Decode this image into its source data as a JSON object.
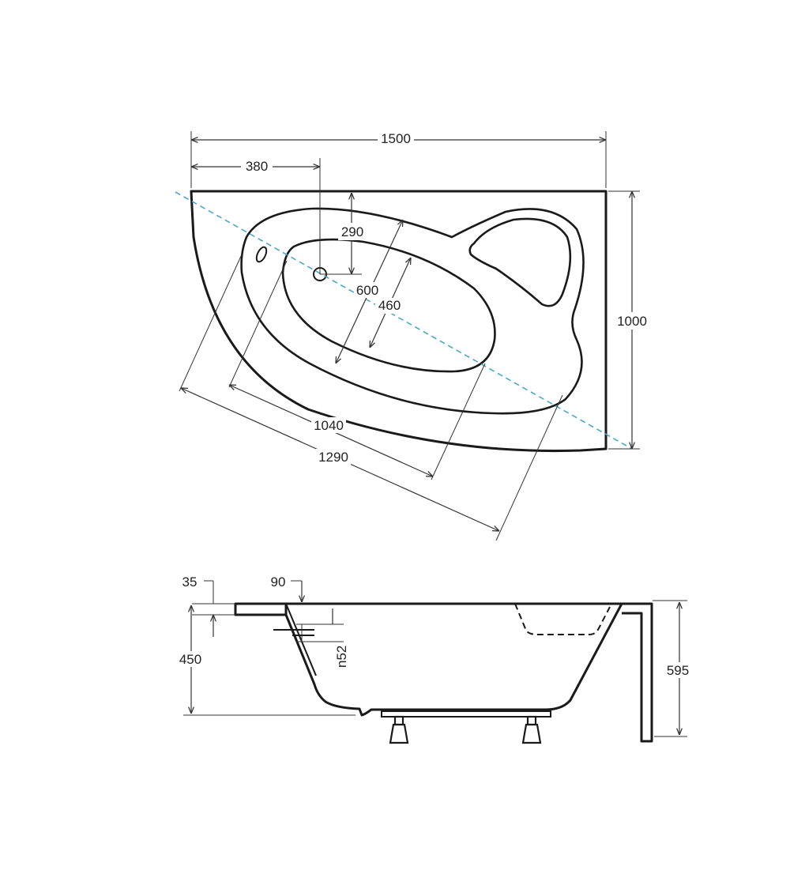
{
  "top_view": {
    "dims": {
      "total_length": "1500",
      "drain_offset": "380",
      "drain_depth": "290",
      "total_width": "1000",
      "inner_width": "600",
      "bottom_width": "460",
      "inner_length": "1040",
      "outer_length": "1290"
    },
    "colors": {
      "centerline": "#4aa8c8",
      "outline": "#1a1a1a"
    }
  },
  "side_view": {
    "dims": {
      "rim_thickness": "35",
      "rim_width": "90",
      "depth": "450",
      "overflow": "n52",
      "total_height": "595"
    }
  }
}
